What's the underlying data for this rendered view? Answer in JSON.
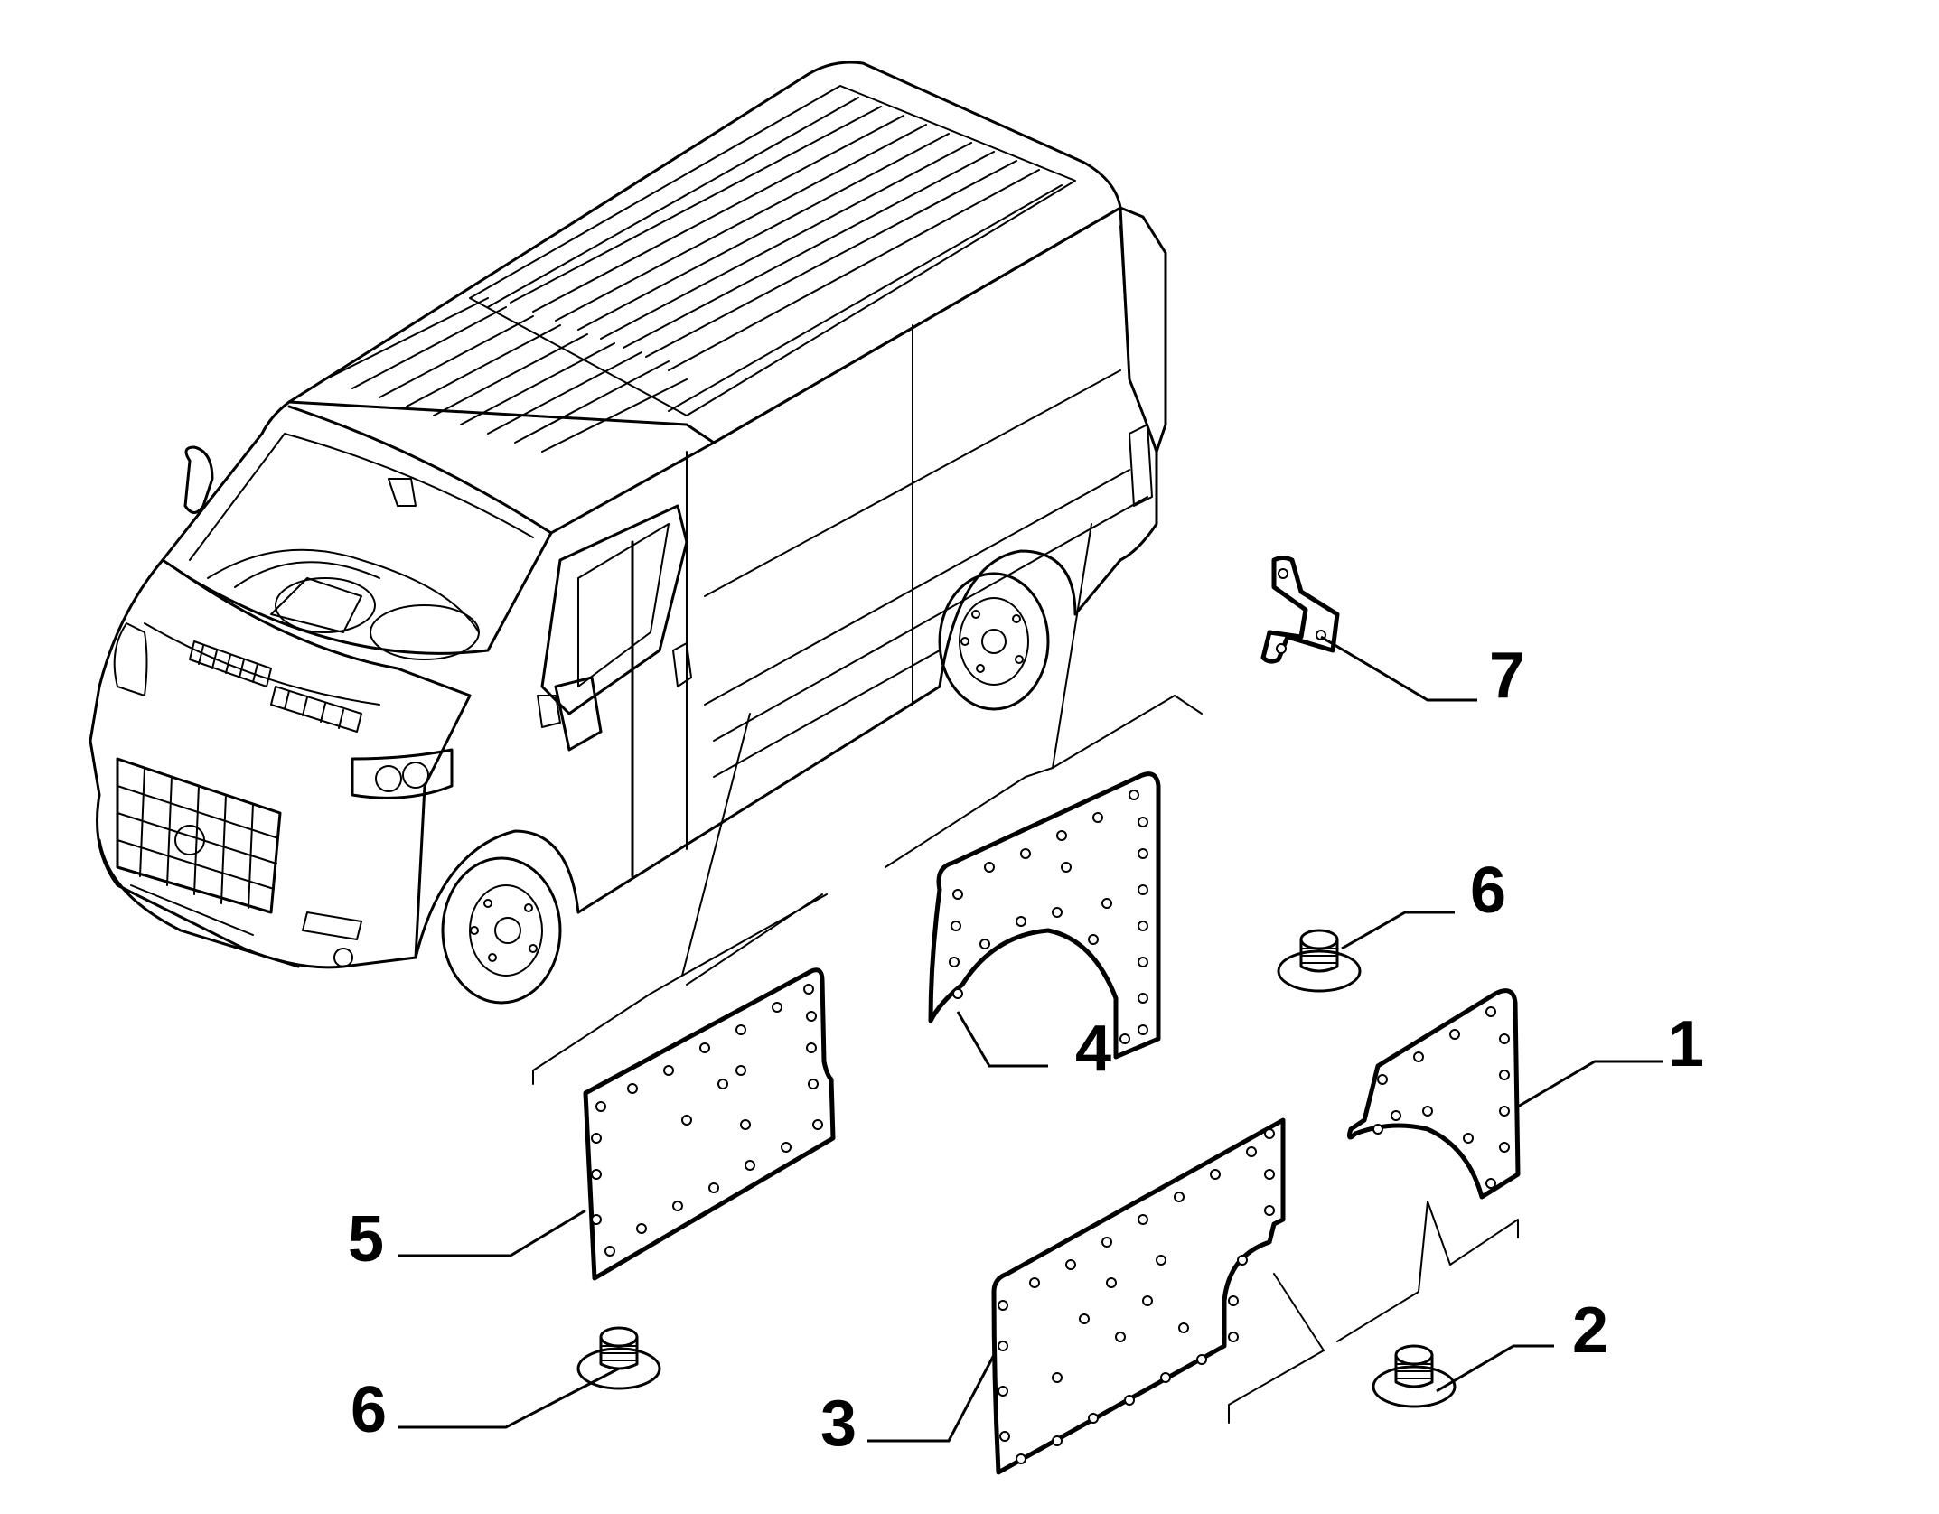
{
  "colors": {
    "line": "#000000",
    "background": "#ffffff"
  },
  "callouts": [
    {
      "id": "part-1",
      "label": "1"
    },
    {
      "id": "part-2",
      "label": "2"
    },
    {
      "id": "part-3",
      "label": "3"
    },
    {
      "id": "part-4",
      "label": "4"
    },
    {
      "id": "part-5",
      "label": "5"
    },
    {
      "id": "part-6-upper",
      "label": "6"
    },
    {
      "id": "part-6-lower",
      "label": "6"
    },
    {
      "id": "part-7",
      "label": "7"
    }
  ]
}
